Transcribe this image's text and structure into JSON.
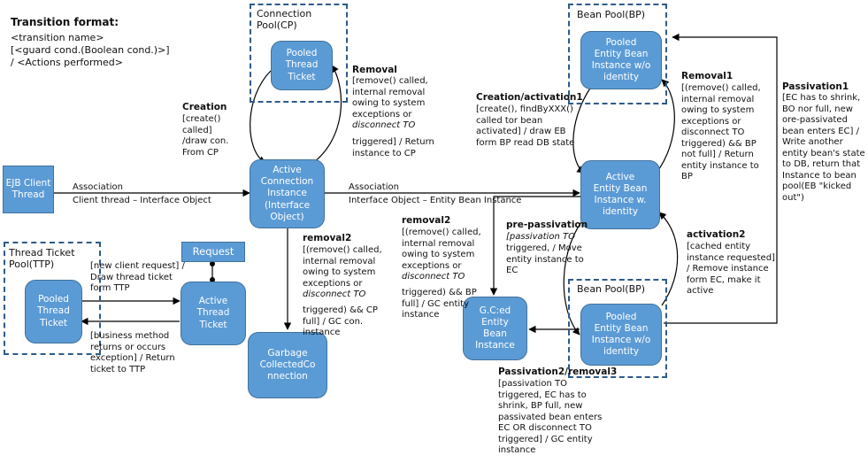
{
  "legend": {
    "title": "Transition format:",
    "lines": "<transition name>\n[<guard cond.(Boolean cond.)>]\n/ <Actions performed>"
  },
  "nodes": {
    "ejb_client": "EJB Client\nThread",
    "pooled_thread_ticket_cp": "Pooled\nThread\nTicket",
    "active_connection": "Active\nConnection\nInstance\n(Interface\nObject)",
    "gc_connection": "Garbage\nCollectedCo\nnnection",
    "pooled_thread_ticket_ttp": "Pooled\nThread\nTicket",
    "request": "Request",
    "active_thread_ticket": "Active\nThread\nTicket",
    "pooled_entity_bean_top": "Pooled\nEntity Bean\nInstance w/o\nidentity",
    "active_entity_bean": "Active\nEntity Bean\nInstance w.\nidentity",
    "pooled_entity_bean_bottom": "Pooled\nEntity Bean\nInstance w/o\nidentity",
    "gced_entity": "G.C:ed\nEntity\nBean\nInstance"
  },
  "containers": {
    "connection_pool": "Connection\nPool(CP)",
    "thread_ticket_pool": "Thread Ticket\nPool(TTP)",
    "bean_pool_top": "Bean Pool(BP)",
    "bean_pool_bottom": "Bean Pool(BP)"
  },
  "transitions": {
    "creation_name": "Creation",
    "creation_body": "[create()\ncalled]\n/draw con.\nFrom CP",
    "removal_name": "Removal",
    "removal_body_1": "[remove() called,\ninternal removal\nowing to system\nexceptions or",
    "removal_italic": "disconnect TO",
    "removal_body_2": "triggered] / Return\ninstance to CP",
    "assoc1_name": "Association",
    "assoc1_body": "Client thread – Interface Object",
    "assoc2_name": "Association",
    "assoc2_body": "Interface Object – Entity Bean Instance",
    "removal2_cp_name": "removal2",
    "removal2_cp_body_1": "[(remove() called,\ninternal removal\nowing to system\nexceptions or",
    "removal2_cp_italic": "disconnect TO",
    "removal2_cp_body_2": "triggered) && CP\nfull] / GC con.\ninstance",
    "ttp_draw": "[new client request] /\nDraw thread ticket\nform TTP",
    "ttp_return": "[business method\nreturns or occurs\nexception] / Return\nticket to TTP",
    "creation_activation_name": "Creation/activation1",
    "creation_activation_body": "[create(),  findByXXX()\ncalled tor bean\nactivated] / draw EB\nform BP read DB state",
    "removal1_name": "Removal1",
    "removal1_body": "[(remove() called,\ninternal removal\nowing to system\nexceptions or\ndisconnect TO\ntriggered) && BP\nnot full] / Return\nentity instance to\nBP",
    "passivation1_name": "Passivation1",
    "passivation1_body": "[EC has to shrink,\nBO nor full, new\nore-passivated\nbean enters EC] /\nWrite another\nentity bean's state\nto DB, return that\nInstance to bean\npool(EB \"kicked\nout\")",
    "removal2_eb_name": "removal2",
    "removal2_eb_body_1": "[(remove() called,\ninternal removal\nowing to system\nexceptions or",
    "removal2_eb_italic": "disconnect TO",
    "removal2_eb_body_2": "triggered) && BP\nfull] / GC entity\ninstance",
    "prepassivation_name": "pre-passivation",
    "prepassivation_italic": "[passivation TO",
    "prepassivation_body": "triggered, / Move\nentity instance to\nEC",
    "activation2_name": "activation2",
    "activation2_body": "[cached entity\ninstance requested]\n/ Remove instance\nform EC, make it\nactive",
    "passivation2_name": "Passivation2/removal3",
    "passivation2_body": "[passivation TO\ntriggered, EC has to\nshrink, BP full, new\npassivated bean enters\nEC OR disconnect TO\ntriggered] / GC entity\ninstance"
  },
  "colors": {
    "node_fill": "#5b9bd5",
    "node_border": "#41719c",
    "container_border": "#2e5b8a",
    "edge": "#000000"
  }
}
